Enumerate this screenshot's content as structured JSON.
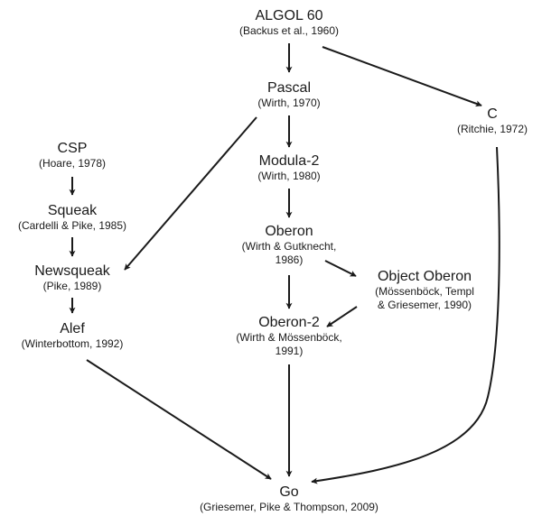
{
  "nodes": {
    "algol60": {
      "name": "ALGOL 60",
      "sub": [
        "(Backus et al., 1960)"
      ]
    },
    "pascal": {
      "name": "Pascal",
      "sub": [
        "(Wirth, 1970)"
      ]
    },
    "c": {
      "name": "C",
      "sub": [
        "(Ritchie, 1972)"
      ]
    },
    "modula2": {
      "name": "Modula-2",
      "sub": [
        "(Wirth, 1980)"
      ]
    },
    "oberon": {
      "name": "Oberon",
      "sub": [
        "(Wirth & Gutknecht,",
        "1986)"
      ]
    },
    "objectoberon": {
      "name": "Object Oberon",
      "sub": [
        "(Mössenböck, Templ",
        "& Griesemer, 1990)"
      ]
    },
    "oberon2": {
      "name": "Oberon-2",
      "sub": [
        "(Wirth & Mössenböck,",
        "1991)"
      ]
    },
    "csp": {
      "name": "CSP",
      "sub": [
        "(Hoare, 1978)"
      ]
    },
    "squeak": {
      "name": "Squeak",
      "sub": [
        "(Cardelli & Pike, 1985)"
      ]
    },
    "newsqueak": {
      "name": "Newsqueak",
      "sub": [
        "(Pike, 1989)"
      ]
    },
    "alef": {
      "name": "Alef",
      "sub": [
        "(Winterbottom, 1992)"
      ]
    },
    "go": {
      "name": "Go",
      "sub": [
        "(Griesemer, Pike & Thompson, 2009)"
      ]
    }
  },
  "edges": [
    {
      "from": "algol60",
      "to": "pascal"
    },
    {
      "from": "algol60",
      "to": "c"
    },
    {
      "from": "pascal",
      "to": "modula2"
    },
    {
      "from": "pascal",
      "to": "newsqueak"
    },
    {
      "from": "modula2",
      "to": "oberon"
    },
    {
      "from": "oberon",
      "to": "oberon2"
    },
    {
      "from": "oberon",
      "to": "objectoberon"
    },
    {
      "from": "objectoberon",
      "to": "oberon2"
    },
    {
      "from": "oberon2",
      "to": "go"
    },
    {
      "from": "csp",
      "to": "squeak"
    },
    {
      "from": "squeak",
      "to": "newsqueak"
    },
    {
      "from": "newsqueak",
      "to": "alef"
    },
    {
      "from": "alef",
      "to": "go"
    },
    {
      "from": "c",
      "to": "go"
    }
  ]
}
